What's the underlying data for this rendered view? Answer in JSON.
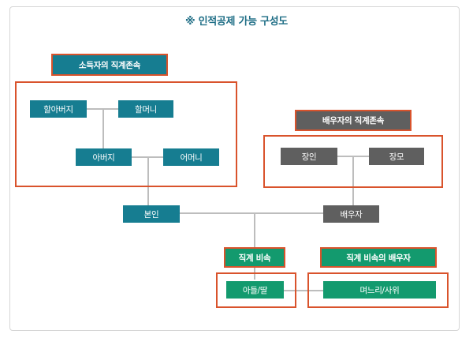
{
  "title": "※ 인적공제 가능 구성도",
  "labels": {
    "taxpayer_ascendants": "소득자의 직계존속",
    "spouse_ascendants": "배우자의 직계존속",
    "descendants": "직계 비속",
    "descendants_spouse": "직계 비속의 배우자"
  },
  "persons": {
    "grandfather": "할아버지",
    "grandmother": "할머니",
    "father": "아버지",
    "mother": "어머니",
    "father_in_law": "장인",
    "mother_in_law": "장모",
    "self": "본인",
    "spouse": "배우자",
    "son_daughter": "아들/딸",
    "daughter_son_in_law": "며느리/사위"
  },
  "colors": {
    "taxpayer_side": "#167d91",
    "spouse_side": "#5f5f5f",
    "descendant_side": "#139a6e",
    "group_border": "#d9532c",
    "title": "#1f6e86"
  }
}
